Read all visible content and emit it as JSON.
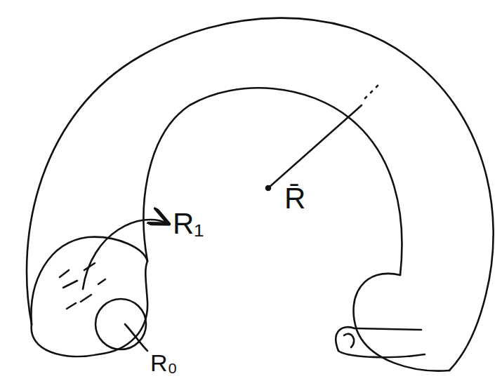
{
  "diagram": {
    "labels": [
      "R̄",
      "R₁",
      "R₀"
    ]
  }
}
